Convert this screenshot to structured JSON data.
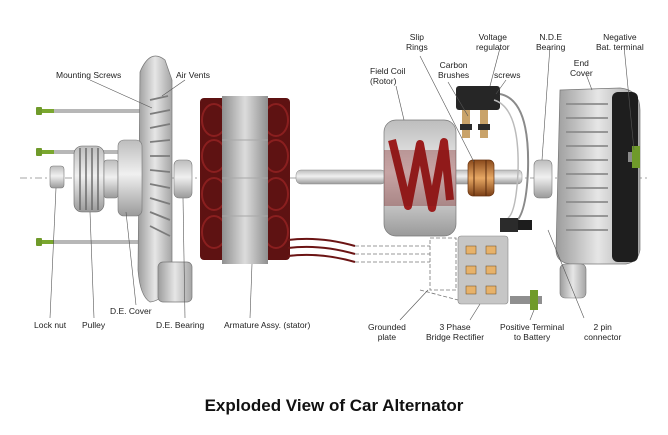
{
  "title": "Exploded View of Car Alternator",
  "labels": {
    "mounting_screws": "Mounting Screws",
    "air_vents": "Air Vents",
    "lock_nut": "Lock nut",
    "pulley": "Pulley",
    "de_cover": "D.E. Cover",
    "de_bearing": "D.E. Bearing",
    "armature": "Armature Assy. (stator)",
    "field_coil_1": "Field Coil",
    "field_coil_2": "(Rotor)",
    "slip_rings_1": "Slip",
    "slip_rings_2": "Rings",
    "carbon_brushes_1": "Carbon",
    "carbon_brushes_2": "Brushes",
    "voltage_regulator_1": "Voltage",
    "voltage_regulator_2": "regulator",
    "screws": "screws",
    "nde_bearing_1": "N.D.E",
    "nde_bearing_2": "Bearing",
    "end_cover_1": "End",
    "end_cover_2": "Cover",
    "neg_terminal_1": "Negative",
    "neg_terminal_2": "Bat. terminal",
    "grounded_plate_1": "Grounded",
    "grounded_plate_2": "plate",
    "rectifier_1": "3 Phase",
    "rectifier_2": "Bridge Rectifier",
    "positive_terminal_1": "Positive Terminal",
    "positive_terminal_2": "to Battery",
    "connector_1": "2 pin",
    "connector_2": "connector"
  },
  "colors": {
    "metal_light": "#d4d4d4",
    "metal_dark": "#8a8a8a",
    "copper_coil": "#6b1414",
    "copper_ring": "#c98a4a",
    "end_cover_dark": "#1a1a1a",
    "leader_line": "#555555"
  }
}
